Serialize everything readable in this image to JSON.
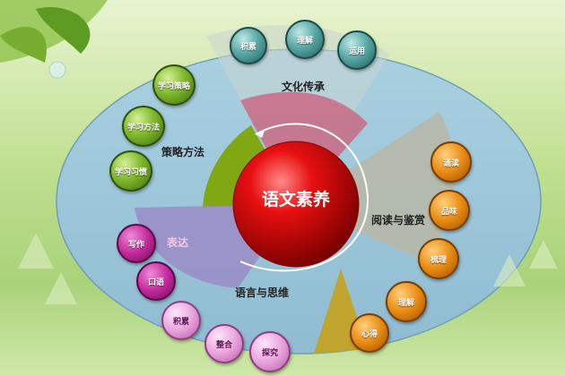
{
  "center": "语文素养",
  "categories": {
    "culture": "文化传承",
    "strategy": "策略方法",
    "reading": "阅读与鉴赏",
    "expression": "表达",
    "language": "语言与思维"
  },
  "culture_items": [
    "积累",
    "理解",
    "运用"
  ],
  "strategy_items": [
    "学习策略",
    "学习方法",
    "学习习惯"
  ],
  "reading_items": [
    "诵读",
    "品味",
    "梳理",
    "理解",
    "心得"
  ],
  "expression_items": [
    "写作",
    "口语"
  ],
  "language_items": [
    "积累",
    "整合",
    "探究"
  ]
}
